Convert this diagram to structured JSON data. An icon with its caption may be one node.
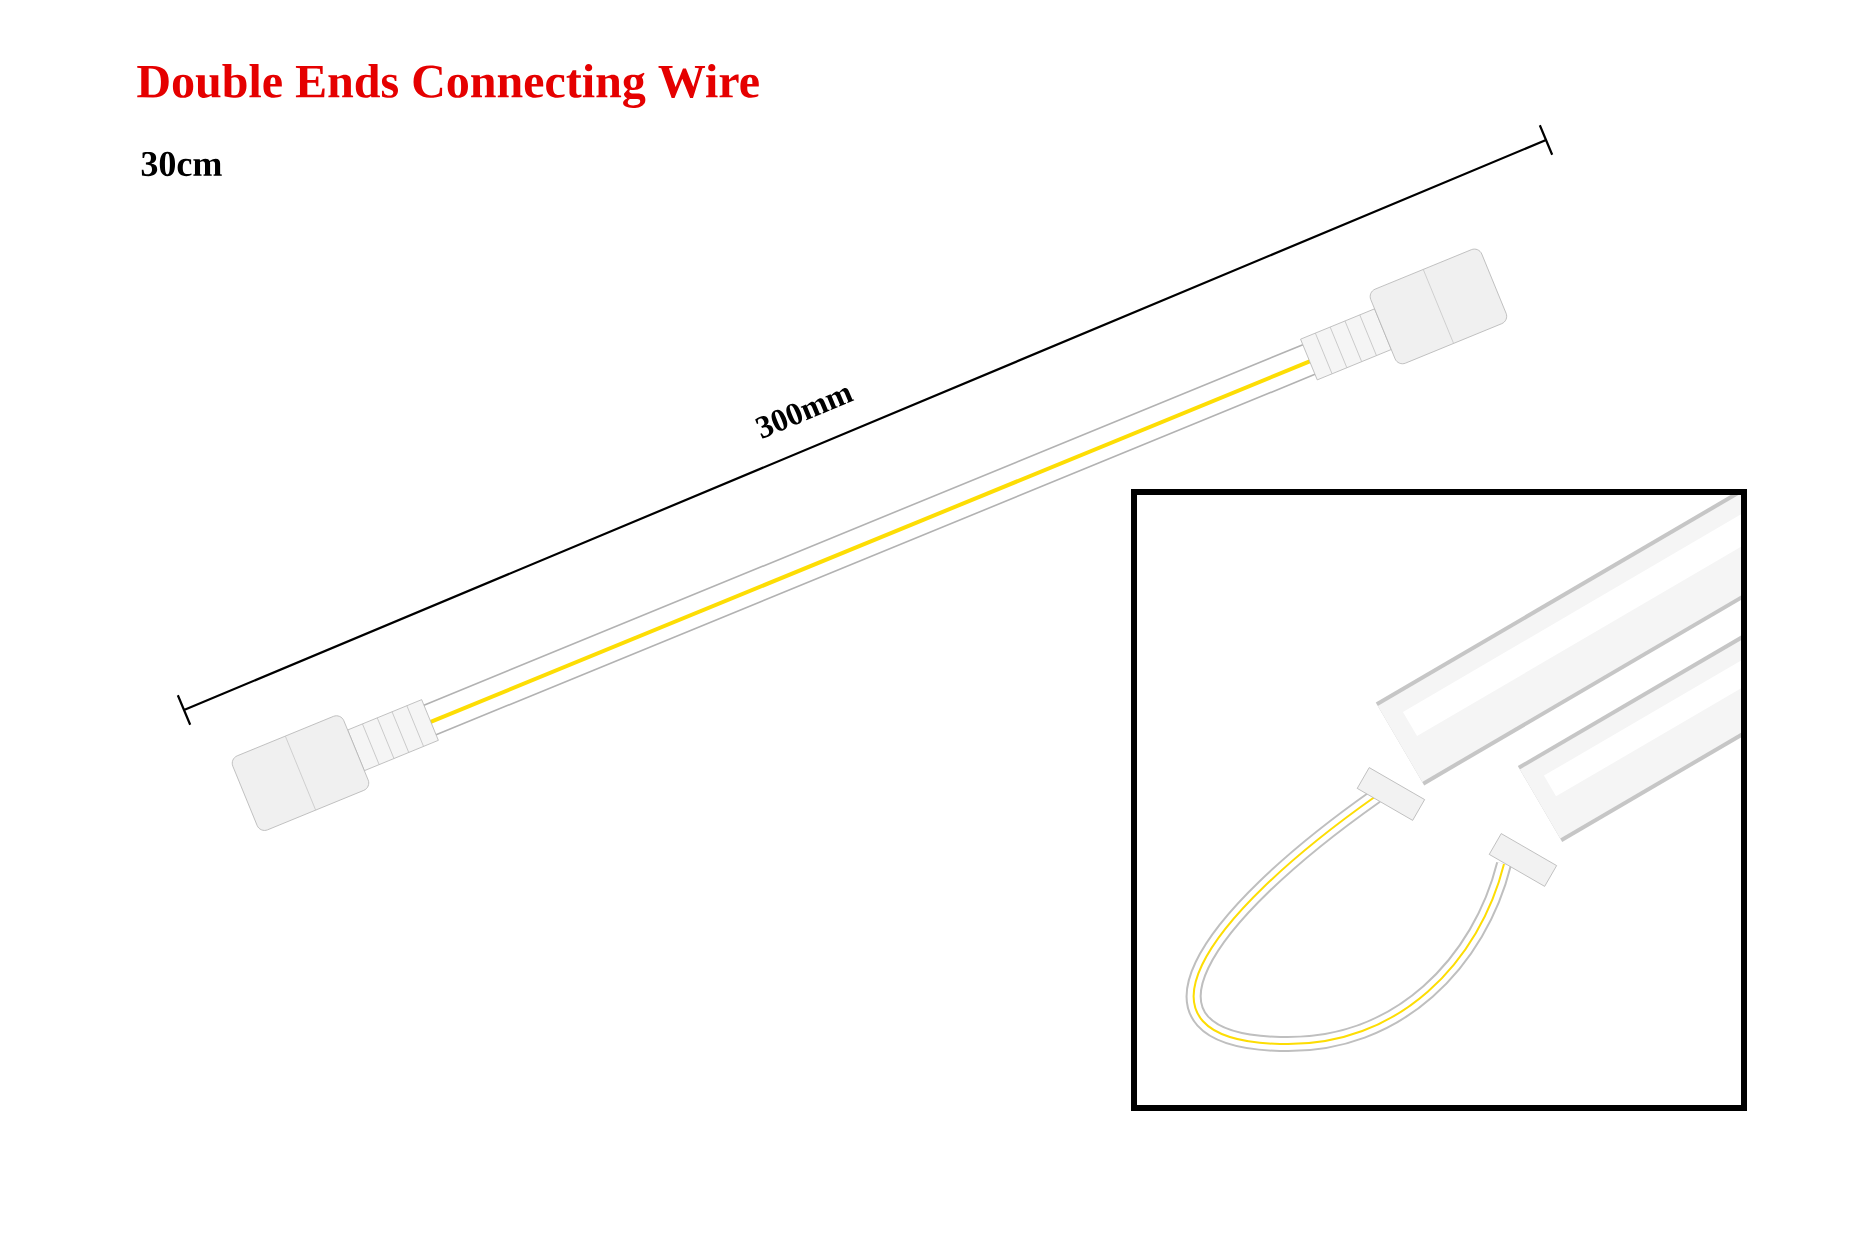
{
  "diagram": {
    "title": "Double Ends Connecting Wire",
    "labels": [
      "30cm",
      "300mm"
    ]
  }
}
